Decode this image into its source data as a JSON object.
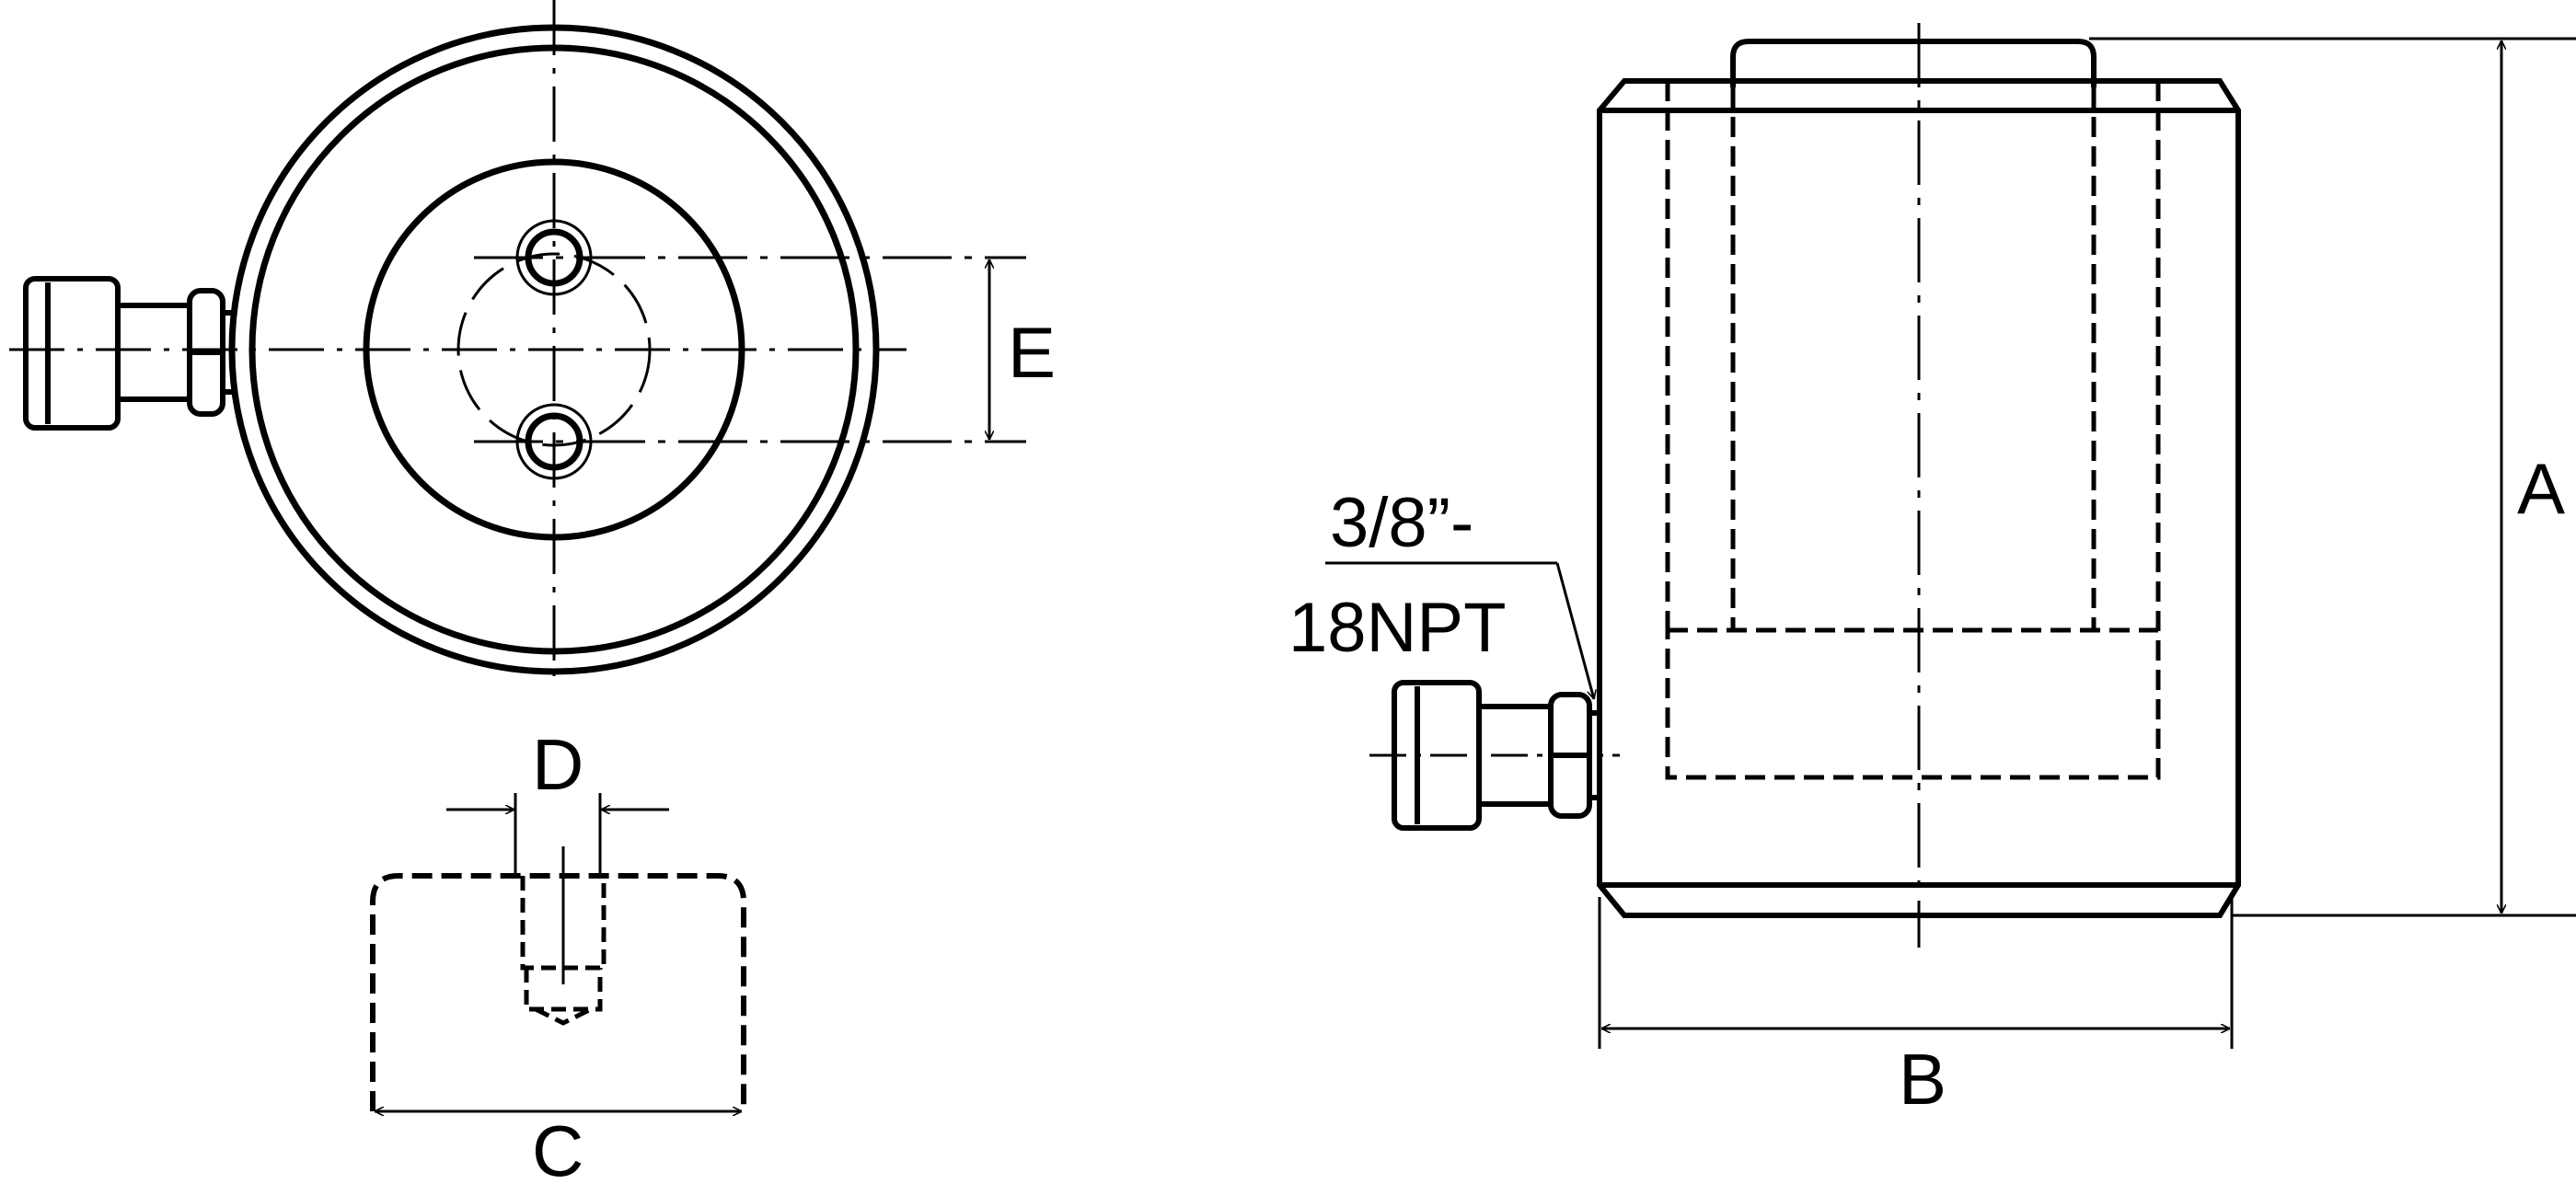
{
  "labels": {
    "A": "A",
    "B": "B",
    "C": "C",
    "D": "D",
    "E": "E",
    "port_thread_line1": "3/8”-",
    "port_thread_line2": "18NPT"
  },
  "colors": {
    "stroke": "#000000",
    "background": "#ffffff"
  }
}
